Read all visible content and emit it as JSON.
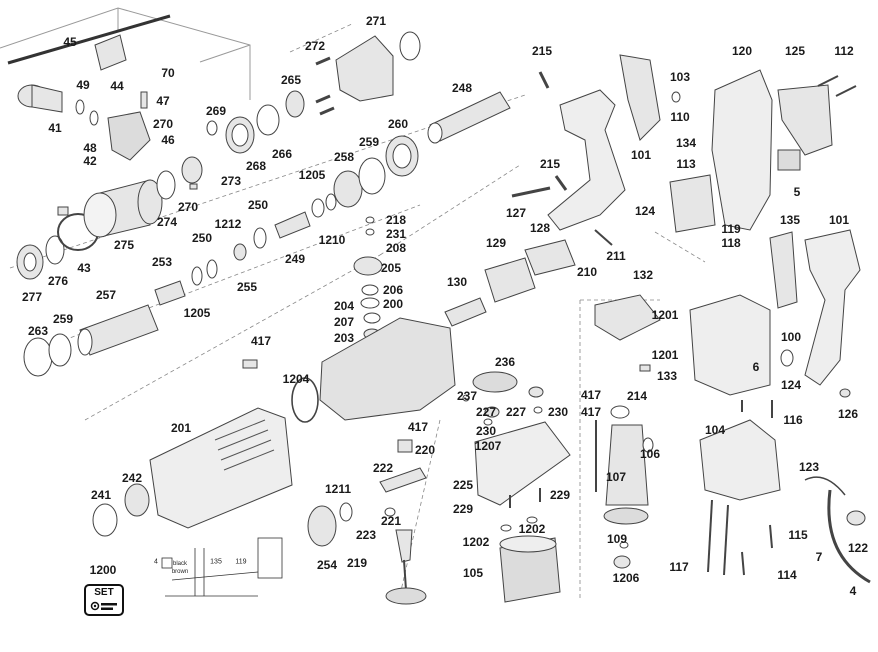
{
  "parts": [
    "45",
    "49",
    "44",
    "70",
    "47",
    "41",
    "48",
    "42",
    "270",
    "46",
    "269",
    "272",
    "271",
    "265",
    "248",
    "215",
    "120",
    "125",
    "112",
    "103",
    "110",
    "134",
    "268",
    "266",
    "260",
    "259",
    "258",
    "273",
    "1205",
    "215",
    "101",
    "113",
    "274",
    "270",
    "1212",
    "250",
    "218",
    "231",
    "208",
    "127",
    "128",
    "124",
    "119",
    "118",
    "135",
    "101",
    "5",
    "275",
    "250",
    "1210",
    "249",
    "205",
    "129",
    "211",
    "43",
    "253",
    "210",
    "132",
    "277",
    "276",
    "255",
    "206",
    "200",
    "130",
    "257",
    "204",
    "1205",
    "263",
    "259",
    "207",
    "203",
    "1201",
    "100",
    "417",
    "1201",
    "236",
    "133",
    "6",
    "124",
    "1204",
    "417",
    "214",
    "237",
    "227",
    "227",
    "230",
    "417",
    "126",
    "116",
    "201",
    "417",
    "230",
    "1207",
    "106",
    "104",
    "220",
    "222",
    "107",
    "123",
    "242",
    "225",
    "1211",
    "229",
    "241",
    "229",
    "221",
    "1202",
    "223",
    "1202",
    "109",
    "115",
    "219",
    "254",
    "7",
    "122",
    "1200",
    "105",
    "117",
    "114",
    "1206",
    "4"
  ],
  "wiring_inset": {
    "terminal": "4",
    "wire_1": "black",
    "wire_2": "brown",
    "part_a": "135",
    "part_b": "119"
  },
  "set_badge": {
    "text": "SET"
  },
  "colors": {
    "line": "#444444",
    "fill": "#e6e6e6",
    "text": "#1a1a1a",
    "guide": "#888888"
  }
}
